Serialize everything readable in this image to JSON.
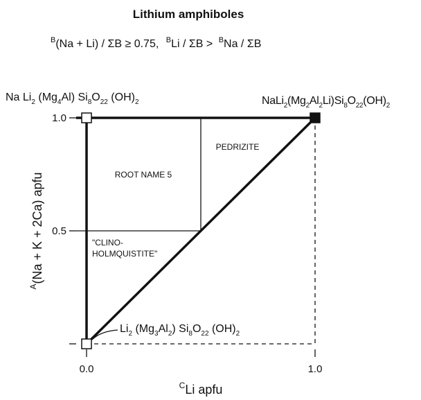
{
  "title": "Lithium amphiboles",
  "subtitle": {
    "left_sup": "B",
    "left_text": "(Na + Li) / ΣB ≥ 0.75,",
    "mid_sup": "B",
    "mid_text": "Li / ΣB >",
    "right_sup": "B",
    "right_text": "Na / ΣB"
  },
  "corners": {
    "top_left": {
      "p1": "Na Li",
      "s1": "2",
      "p2": " (Mg",
      "s2": "4",
      "p3": "Al)  Si",
      "s3": "8",
      "p4": "O",
      "s4": "22",
      "p5": " (OH)",
      "s5": "2"
    },
    "top_right": {
      "p1": "NaLi",
      "s1": "2",
      "p2": "(Mg",
      "s2": "2",
      "p3": "Al",
      "s3": "2",
      "p4": "Li)Si",
      "s4": "8",
      "p5": "O",
      "s5": "22",
      "p6": "(OH)",
      "s6": "2"
    },
    "bottom_left": {
      "p1": "Li",
      "s1": "2",
      "p2": " (Mg",
      "s2": "3",
      "p3": "Al",
      "s3": "2",
      "p4": ") Si",
      "s4": "8",
      "p5": "O",
      "s5": "22",
      "p6": " (OH)",
      "s6": "2"
    }
  },
  "fields": {
    "pedrizite": "PEDRIZITE",
    "root_name_5": "ROOT NAME 5",
    "clino_line1": "\"CLINO-",
    "clino_line2": "HOLMQUISTITE\""
  },
  "axes": {
    "y_label_sup": "A",
    "y_label": "(Na + K + 2Ca) apfu",
    "x_label_sup": "C",
    "x_label": "Li apfu",
    "y_ticks": [
      "1.0",
      "0.5"
    ],
    "x_ticks": [
      "0.0",
      "1.0"
    ]
  },
  "colors": {
    "line": "#111111",
    "end_member_filled": "#111111",
    "end_member_open": "#ffffff"
  }
}
